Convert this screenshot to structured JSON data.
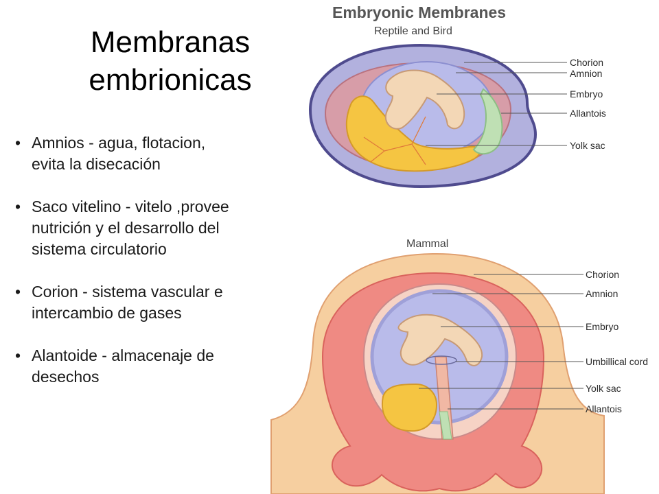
{
  "slide": {
    "title_lines": [
      "Membranas",
      "embrionicas"
    ],
    "bullets": [
      {
        "lines": [
          "Amnios - agua, flotacion,",
          "evita la disecación"
        ]
      },
      {
        "lines": [
          "Saco vitelino - vitelo ,provee",
          "nutrición y el desarrollo del",
          "sistema circulatorio"
        ]
      },
      {
        "lines": [
          "Corion - sistema vascular e",
          "intercambio de gases"
        ]
      },
      {
        "lines": [
          "Alantoide - almacenaje de",
          "desechos"
        ]
      }
    ]
  },
  "figure": {
    "title": "Embryonic Membranes",
    "reptile_bird": {
      "subtitle": "Reptile and Bird",
      "labels": [
        "Chorion",
        "Amnion",
        "Embryo",
        "Allantois",
        "Yolk sac"
      ]
    },
    "mammal": {
      "subtitle": "Mammal",
      "labels": [
        "Chorion",
        "Amnion",
        "Embryo",
        "Umbillical cord",
        "Yolk sac",
        "Allantois"
      ]
    },
    "colors": {
      "shell": "#6e6aa8",
      "shell_fill": "#b2b1de",
      "chorion": "#d79da8",
      "amnion_fluid": "#b9bbea",
      "embryo": "#f3d7b6",
      "yolk": "#f5c542",
      "allantois": "#bfe0b4",
      "mammal_outer": "#f6cfa0",
      "mammal_villi": "#ef8a83"
    }
  }
}
